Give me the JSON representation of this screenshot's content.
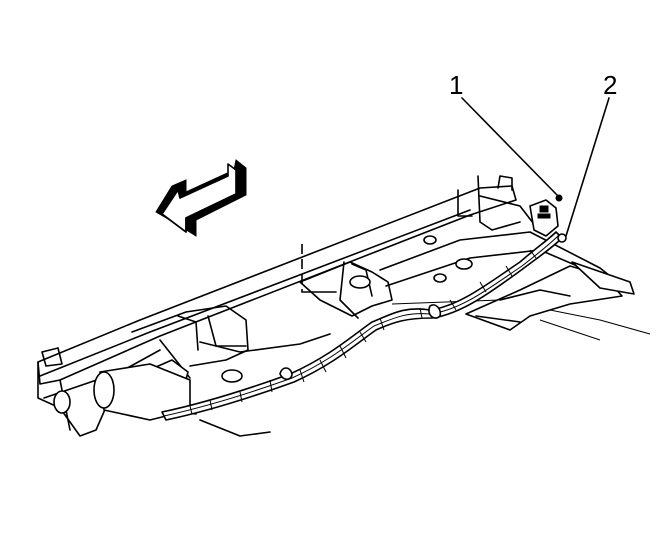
{
  "callouts": [
    {
      "label": "1"
    },
    {
      "label": "2"
    }
  ],
  "icons": {
    "direction_arrow": "front-direction-arrow-icon",
    "harness": "wiring-harness",
    "connector": "harness-connector"
  }
}
